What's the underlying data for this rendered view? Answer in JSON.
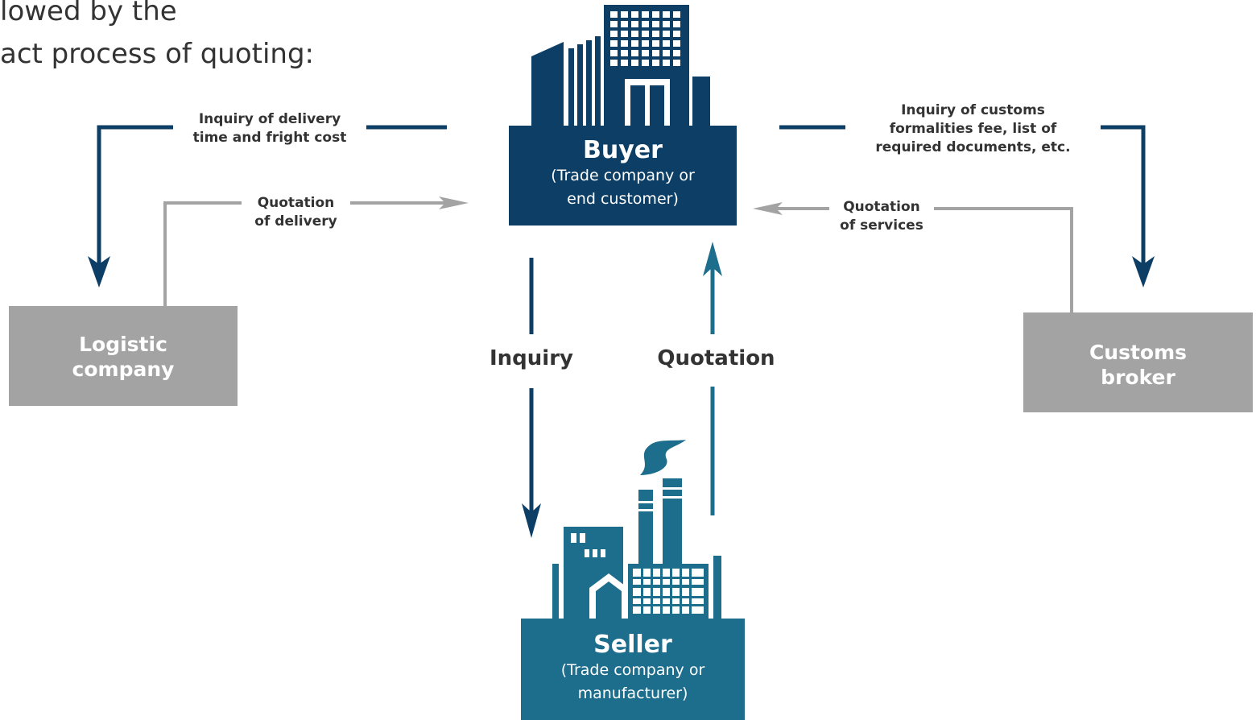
{
  "intro": {
    "line1": "lowed by the",
    "line2": "act process of quoting:"
  },
  "buyer": {
    "title": "Buyer",
    "subtitle_line1": "(Trade company or",
    "subtitle_line2": "end customer)",
    "icon": "office-building-icon"
  },
  "seller": {
    "title": "Seller",
    "subtitle_line1": "(Trade company or",
    "subtitle_line2": "manufacturer)",
    "icon": "factory-icon"
  },
  "logistic": {
    "line1": "Logistic",
    "line2": "company"
  },
  "customs": {
    "line1": "Customs",
    "line2": "broker"
  },
  "flows": {
    "inquiry_delivery_line1": "Inquiry of delivery",
    "inquiry_delivery_line2": "time and fright cost",
    "quotation_delivery_line1": "Quotation",
    "quotation_delivery_line2": "of delivery",
    "inquiry_customs_line1": "Inquiry of customs",
    "inquiry_customs_line2": "formalities fee, list of",
    "inquiry_customs_line3": "required documents, etc.",
    "quotation_services_line1": "Quotation",
    "quotation_services_line2": "of services",
    "inquiry": "Inquiry",
    "quotation": "Quotation"
  },
  "colors": {
    "navy": "#0d3f66",
    "teal": "#1d6e8c",
    "gray_box": "#a3a3a3",
    "gray_line": "#a3a3a3",
    "text": "#333333"
  }
}
